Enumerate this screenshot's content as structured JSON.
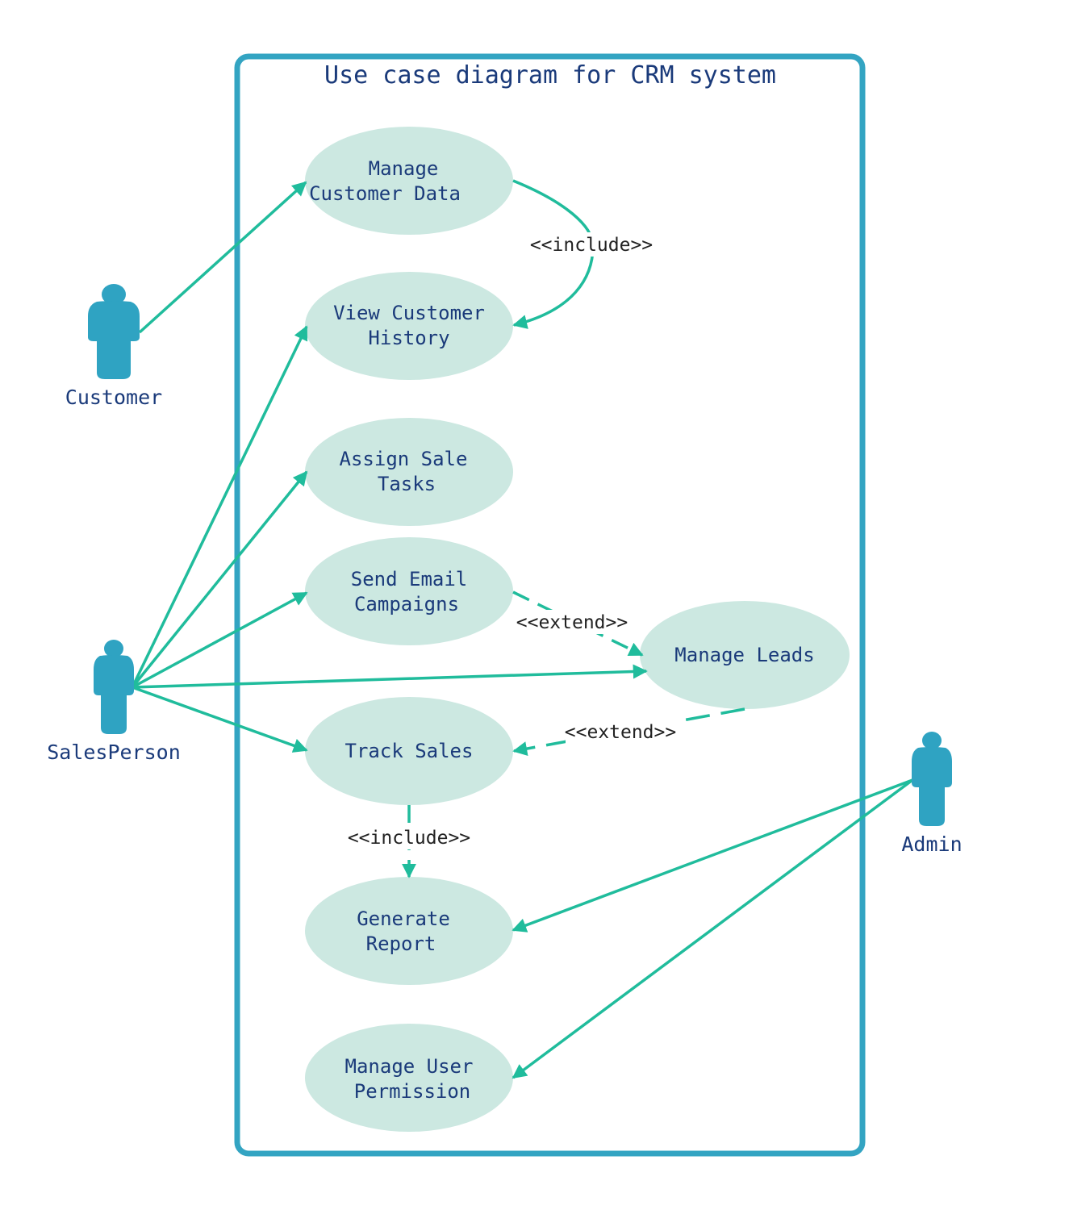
{
  "diagram": {
    "title": "Use case diagram for CRM system",
    "colors": {
      "boundary": "#33a4c2",
      "ellipse_fill": "#cce8e1",
      "text": "#1a3a7a",
      "connector": "#20bc9c",
      "actor": "#2fa3c2",
      "stereotype_text": "#222222"
    },
    "actors": {
      "customer": {
        "label": "Customer"
      },
      "salesperson": {
        "label": "SalesPerson"
      },
      "admin": {
        "label": "Admin"
      }
    },
    "use_cases": {
      "manage_customer_data": {
        "line1": "Manage",
        "line2": "Customer Data"
      },
      "view_customer_history": {
        "line1": "View Customer",
        "line2": "History"
      },
      "assign_sale_tasks": {
        "line1": "Assign Sale",
        "line2": "Tasks"
      },
      "send_email_campaigns": {
        "line1": "Send Email",
        "line2": "Campaigns"
      },
      "manage_leads": {
        "line1": "Manage Leads"
      },
      "track_sales": {
        "line1": "Track Sales"
      },
      "generate_report": {
        "line1": "Generate",
        "line2": "Report"
      },
      "manage_user_permission": {
        "line1": "Manage User",
        "line2": "Permission"
      }
    },
    "relations": {
      "include_history": "<<include>>",
      "extend_email": "<<extend>>",
      "extend_track": "<<extend>>",
      "include_report": "<<include>>"
    }
  }
}
